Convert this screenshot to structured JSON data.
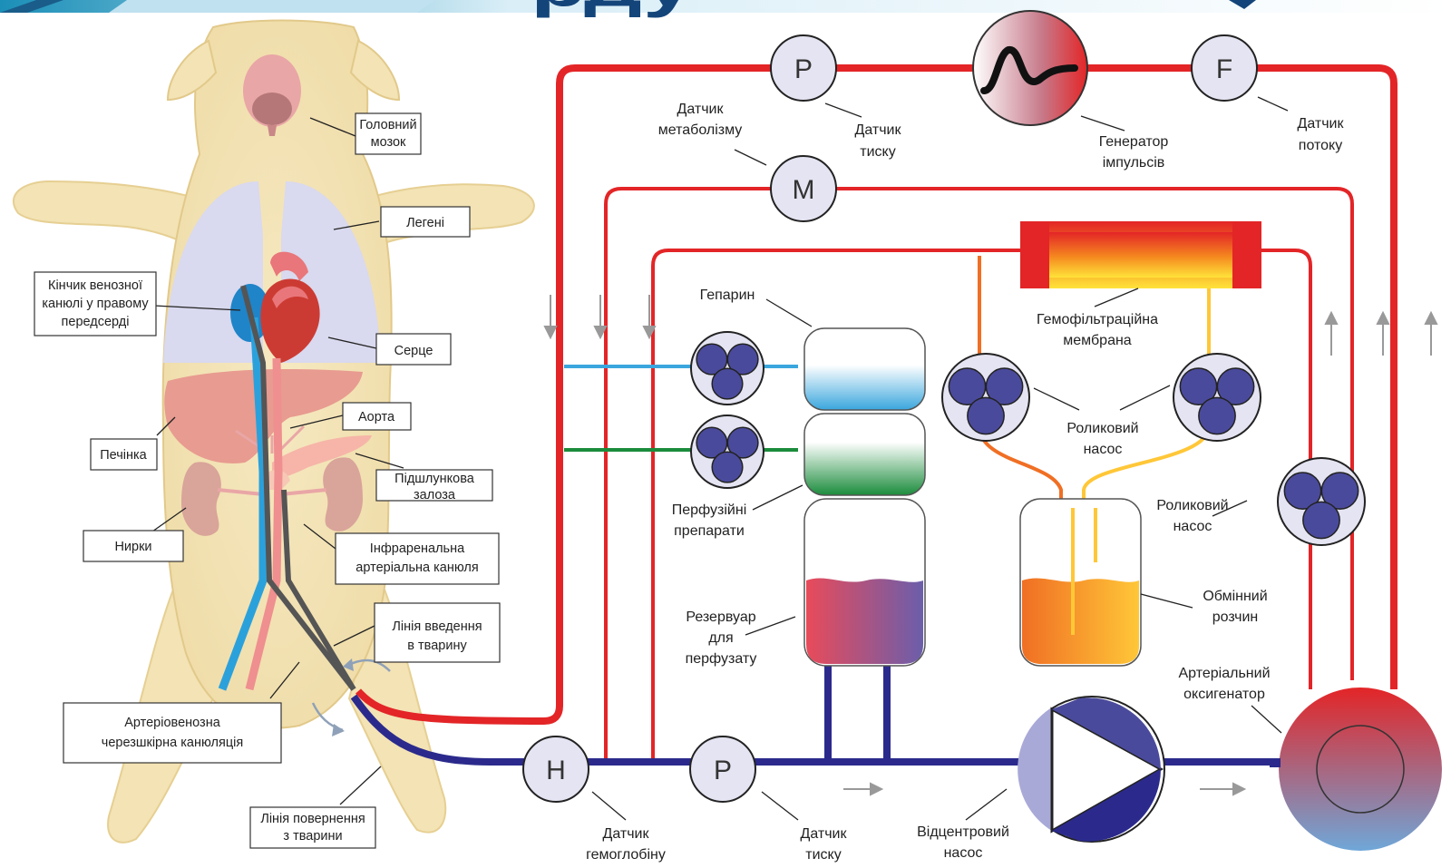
{
  "header_fragment": "рду",
  "organs": {
    "brain": [
      "Головний",
      "мозок"
    ],
    "lungs": "Легені",
    "venous_cannula_tip": [
      "Кінчик венозної",
      "канюлі у правому",
      "передсерді"
    ],
    "heart": "Серце",
    "aorta": "Аорта",
    "liver": "Печінка",
    "pancreas": [
      "Підшлункова",
      "залоза"
    ],
    "kidneys": "Нирки",
    "infrarenal_cannula": [
      "Інфраренальна",
      "артеріальна канюля"
    ],
    "infusion_line": [
      "Лінія введення",
      "в тварину"
    ],
    "av_cannulation": [
      "Артеріовенозна",
      "черезшкірна канюляція"
    ],
    "return_line": [
      "Лінія повернення",
      "з тварини"
    ]
  },
  "sensors": {
    "pressure_letter": "P",
    "flow_letter": "F",
    "metabolism_letter": "M",
    "hemoglobin_letter": "H",
    "metabolism_label": [
      "Датчик",
      "метаболізму"
    ],
    "pressure_top_label": [
      "Датчик",
      "тиску"
    ],
    "pulse_generator_label": [
      "Генератор",
      "імпульсів"
    ],
    "flow_label": [
      "Датчик",
      "потоку"
    ],
    "hemoglobin_label": [
      "Датчик",
      "гемоглобіну"
    ],
    "pressure_bottom_label": [
      "Датчик",
      "тиску"
    ]
  },
  "circuit": {
    "heparin": "Гепарин",
    "hemofilter": [
      "Гемофільтраційна",
      "мембрана"
    ],
    "roller_pump_center": [
      "Роликовий",
      "насос"
    ],
    "roller_pump_right": [
      "Роликовий",
      "насос"
    ],
    "perfusion_drugs": [
      "Перфузійні",
      "препарати"
    ],
    "perfusate_reservoir": [
      "Резервуар",
      "для",
      "перфузату"
    ],
    "exchange_solution": [
      "Обмінний",
      "розчин"
    ],
    "arterial_oxygenator": [
      "Артеріальний",
      "оксигенатор"
    ],
    "centrifugal_pump": [
      "Відцентровий",
      "насос"
    ]
  },
  "colors": {
    "arterial": "#e32527",
    "venous": "#2b2a8c",
    "heparin_line": "#3aa6dd",
    "drug_line": "#1b8c3c",
    "filtrate": "#f39c34",
    "sensor_fill": "#e4e4f2",
    "roller": "#4a4a9c"
  }
}
